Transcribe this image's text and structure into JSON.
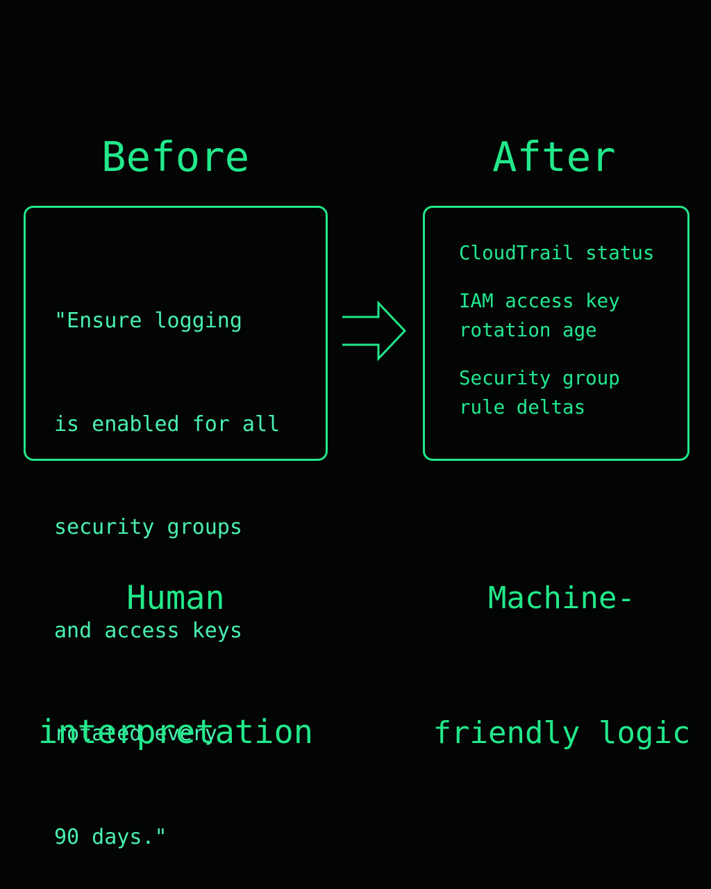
{
  "before": {
    "heading": "Before",
    "quote_lines": [
      "\"Ensure logging",
      "is enabled for all",
      "security groups",
      "and access keys",
      "rotated every",
      "90 days.\""
    ],
    "caption_lines": [
      "Human",
      "interpretation"
    ]
  },
  "after": {
    "heading": "After",
    "metrics": [
      "CloudTrail status",
      "IAM access key\nrotation age",
      "Security group\nrule deltas"
    ],
    "caption_lines": [
      "Machine-",
      "friendly logic"
    ]
  },
  "arrow": {
    "icon": "double-line-right-arrow",
    "direction": "right"
  },
  "colors": {
    "background": "#020504",
    "accent": "#22E88A",
    "quote_text": "#4AF0B0"
  }
}
